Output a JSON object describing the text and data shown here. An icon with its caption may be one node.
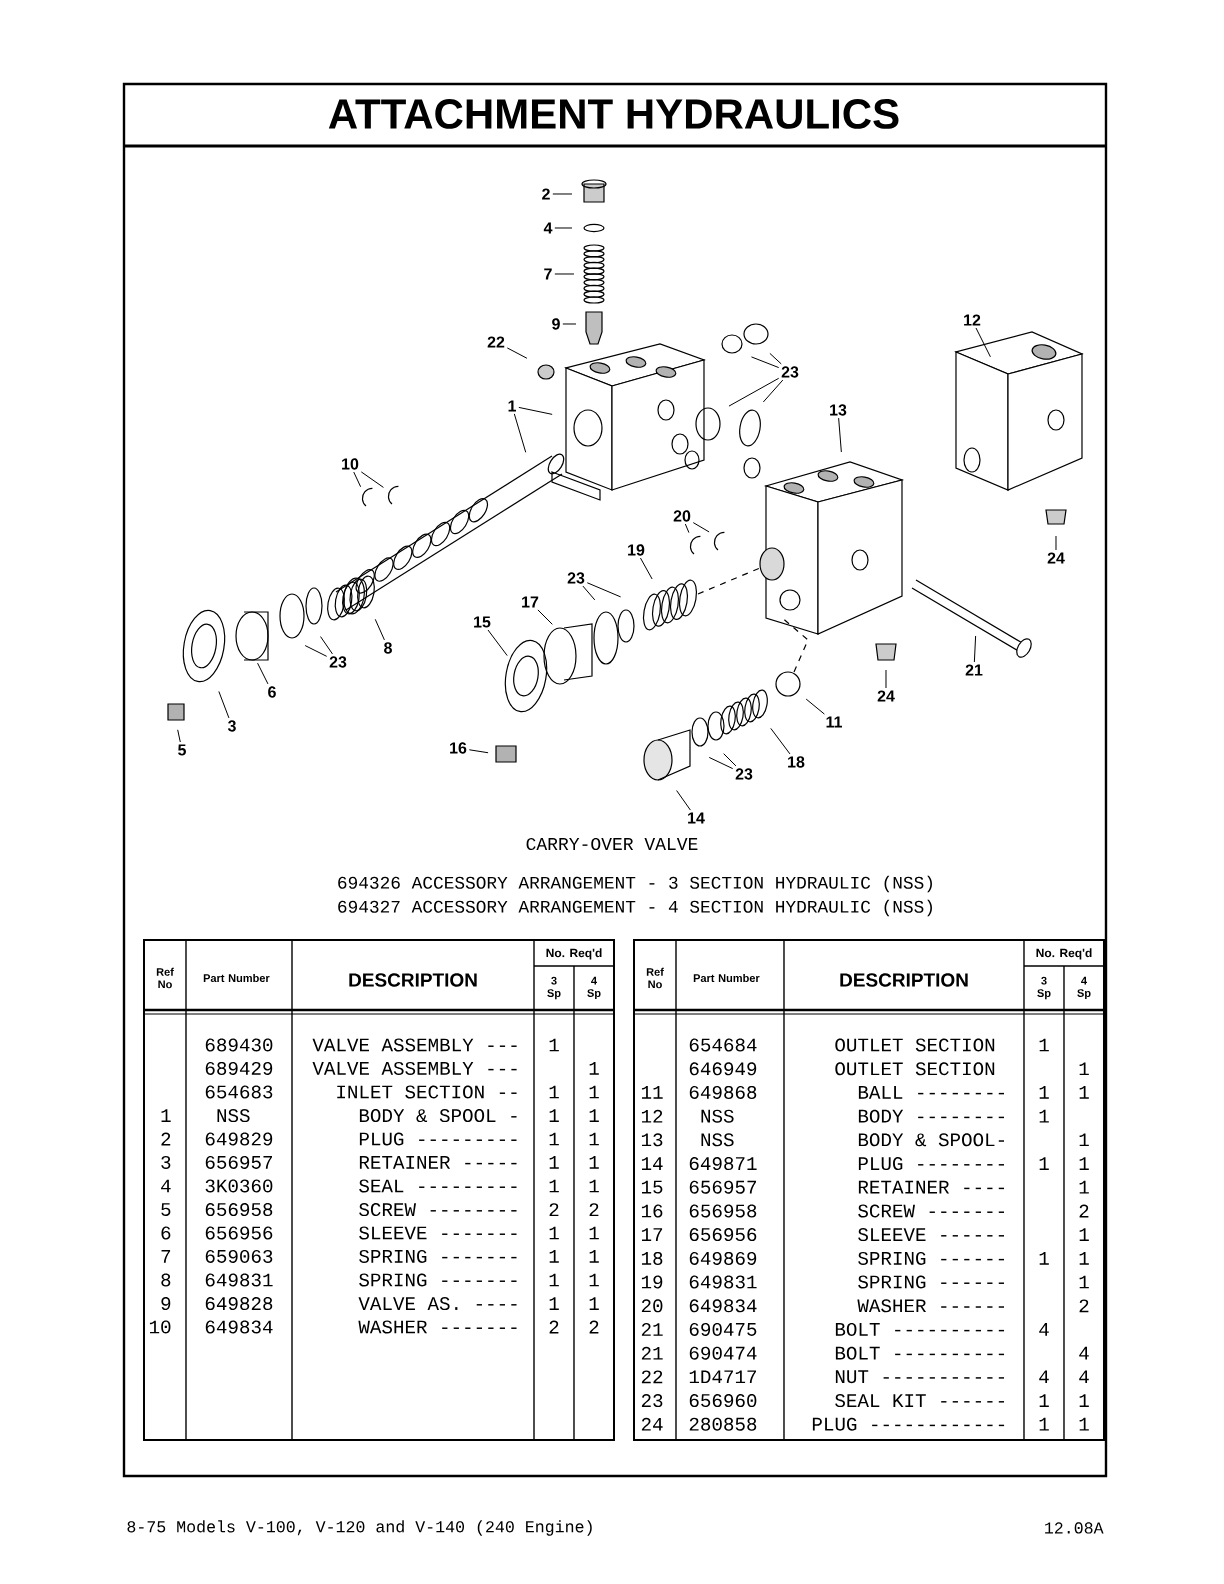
{
  "diagram": {
    "title": "ATTACHMENT HYDRAULICS",
    "nodes": [
      {
        "text": [
          "2"
        ]
      },
      {
        "text": [
          "4"
        ]
      },
      {
        "text": [
          "7"
        ]
      },
      {
        "text": [
          "9"
        ]
      },
      {
        "text": [
          "22"
        ]
      },
      {
        "text": [
          "1"
        ]
      },
      {
        "text": [
          "23"
        ]
      },
      {
        "text": [
          "12"
        ]
      },
      {
        "text": [
          "13"
        ]
      },
      {
        "text": [
          "10"
        ]
      },
      {
        "text": [
          "20"
        ]
      },
      {
        "text": [
          "24"
        ]
      },
      {
        "text": [
          "8"
        ]
      },
      {
        "text": [
          "23"
        ]
      },
      {
        "text": [
          "6"
        ]
      },
      {
        "text": [
          "3"
        ]
      },
      {
        "text": [
          "5"
        ]
      },
      {
        "text": [
          "19"
        ]
      },
      {
        "text": [
          "23"
        ]
      },
      {
        "text": [
          "15"
        ]
      },
      {
        "text": [
          "17"
        ]
      },
      {
        "text": [
          "21"
        ]
      },
      {
        "text": [
          "24"
        ]
      },
      {
        "text": [
          "11"
        ]
      },
      {
        "text": [
          "18"
        ]
      },
      {
        "text": [
          "23"
        ]
      },
      {
        "text": [
          "16"
        ]
      },
      {
        "text": [
          "14"
        ]
      }
    ],
    "edges": [
      {
        "from": 0,
        "to": null,
        "arrow": "none"
      },
      {
        "from": 1,
        "to": null,
        "arrow": "none"
      },
      {
        "from": 2,
        "to": null,
        "arrow": "none"
      },
      {
        "from": 3,
        "to": null,
        "arrow": "none"
      },
      {
        "from": 4,
        "to": null,
        "arrow": "none"
      },
      {
        "from": 5,
        "to": null,
        "arrow": "none"
      },
      {
        "from": 5,
        "to": null,
        "arrow": "none"
      },
      {
        "from": 6,
        "to": null,
        "arrow": "none"
      },
      {
        "from": 6,
        "to": null,
        "arrow": "none"
      },
      {
        "from": 6,
        "to": null,
        "arrow": "none"
      },
      {
        "from": 6,
        "to": null,
        "arrow": "none"
      },
      {
        "from": 7,
        "to": null,
        "arrow": "none"
      },
      {
        "from": 8,
        "to": null,
        "arrow": "none"
      },
      {
        "from": 9,
        "to": null,
        "arrow": "none"
      },
      {
        "from": 9,
        "to": null,
        "arrow": "none"
      },
      {
        "from": 10,
        "to": null,
        "arrow": "none"
      },
      {
        "from": 10,
        "to": null,
        "arrow": "none"
      },
      {
        "from": 11,
        "to": null,
        "arrow": "none"
      },
      {
        "from": 12,
        "to": null,
        "arrow": "none"
      },
      {
        "from": 13,
        "to": null,
        "arrow": "none"
      },
      {
        "from": 13,
        "to": null,
        "arrow": "none"
      },
      {
        "from": 14,
        "to": null,
        "arrow": "none"
      },
      {
        "from": 15,
        "to": null,
        "arrow": "none"
      },
      {
        "from": 16,
        "to": null,
        "arrow": "none"
      },
      {
        "from": 17,
        "to": null,
        "arrow": "none"
      },
      {
        "from": 18,
        "to": null,
        "arrow": "none"
      },
      {
        "from": 18,
        "to": null,
        "arrow": "none"
      },
      {
        "from": 19,
        "to": null,
        "arrow": "none"
      },
      {
        "from": 20,
        "to": null,
        "arrow": "none"
      },
      {
        "from": 21,
        "to": null,
        "arrow": "none"
      },
      {
        "from": 22,
        "to": null,
        "arrow": "none"
      },
      {
        "from": 23,
        "to": null,
        "arrow": "none"
      },
      {
        "from": 24,
        "to": null,
        "arrow": "none"
      },
      {
        "from": 25,
        "to": null,
        "arrow": "none"
      },
      {
        "from": 25,
        "to": null,
        "arrow": "none"
      },
      {
        "from": 26,
        "to": null,
        "arrow": "none"
      },
      {
        "from": 27,
        "to": null,
        "arrow": "none"
      }
    ],
    "labels": [
      "CARRY-OVER VALVE",
      "694326 ACCESSORY ARRANGEMENT - 3 SECTION HYDRAULIC (NSS)",
      "694327 ACCESSORY ARRANGEMENT - 4 SECTION HYDRAULIC (NSS)",
      "Ref No",
      "Part Number",
      "DESCRIPTION",
      "No. Req'd",
      "3 Sp",
      "4 Sp",
      "689430",
      "VALVE ASSEMBLY ---",
      "1",
      "689429",
      "VALVE ASSEMBLY ---",
      "1",
      "654683",
      "INLET SECTION --",
      "1",
      "1",
      "1",
      "NSS",
      "BODY & SPOOL -",
      "1",
      "1",
      "2",
      "649829",
      "PLUG ---------",
      "1",
      "1",
      "3",
      "656957",
      "RETAINER -----",
      "1",
      "1",
      "4",
      "3K0360",
      "SEAL ---------",
      "1",
      "1",
      "5",
      "656958",
      "SCREW --------",
      "2",
      "2",
      "6",
      "656956",
      "SLEEVE -------",
      "1",
      "1",
      "7",
      "659063",
      "SPRING -------",
      "1",
      "1",
      "8",
      "649831",
      "SPRING -------",
      "1",
      "1",
      "9",
      "649828",
      "VALVE AS. ----",
      "1",
      "1",
      "10",
      "649834",
      "WASHER -------",
      "2",
      "2",
      "Ref No",
      "Part Number",
      "DESCRIPTION",
      "No. Req'd",
      "3 Sp",
      "4 Sp",
      "654684",
      "OUTLET SECTION",
      "1",
      "646949",
      "OUTLET SECTION",
      "1",
      "11",
      "649868",
      "BALL --------",
      "1",
      "1",
      "12",
      "NSS",
      "BODY --------",
      "1",
      "13",
      "NSS",
      "BODY & SPOOL-",
      "1",
      "14",
      "649871",
      "PLUG --------",
      "1",
      "1",
      "15",
      "656957",
      "RETAINER ----",
      "1",
      "16",
      "656958",
      "SCREW -------",
      "2",
      "17",
      "656956",
      "SLEEVE ------",
      "1",
      "18",
      "649869",
      "SPRING ------",
      "1",
      "1",
      "19",
      "649831",
      "SPRING ------",
      "1",
      "20",
      "649834",
      "WASHER ------",
      "2",
      "21",
      "690475",
      "BOLT ----------",
      "4",
      "21",
      "690474",
      "BOLT ----------",
      "4",
      "22",
      "1D4717",
      "NUT -----------",
      "4",
      "4",
      "23",
      "656960",
      "SEAL KIT ------",
      "1",
      "1",
      "24",
      "280858",
      "PLUG ------------",
      "1",
      "1",
      "8-75 Models V-100, V-120 and V-140 (240 Engine)",
      "12.08A"
    ]
  }
}
